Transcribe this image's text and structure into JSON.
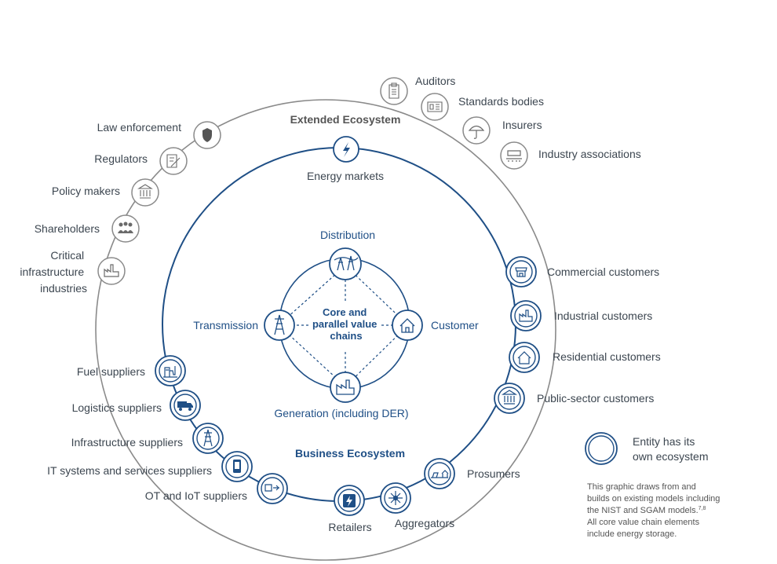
{
  "colors": {
    "grey": "#8a8a8a",
    "blue": "#1f4f86",
    "text": "#3c4650",
    "note": "#555555"
  },
  "extended": {
    "title": "Extended Ecosystem",
    "items": {
      "auditors": "Auditors",
      "standards": "Standards bodies",
      "insurers": "Insurers",
      "industry": "Industry associations",
      "law": "Law enforcement",
      "regulators": "Regulators",
      "policy": "Policy makers",
      "shareholders": "Shareholders",
      "critical": [
        "Critical",
        "infrastructure",
        "industries"
      ]
    }
  },
  "business": {
    "title": "Business Ecosystem",
    "items": {
      "energy_markets": "Energy markets",
      "commercial": "Commercial customers",
      "industrial": "Industrial customers",
      "residential": "Residential customers",
      "public": "Public-sector customers",
      "prosumers": "Prosumers",
      "aggregators": "Aggregators",
      "retailers": "Retailers",
      "ot": "OT and IoT suppliers",
      "it": "IT systems and services suppliers",
      "infra": "Infrastructure suppliers",
      "logistics": "Logistics suppliers",
      "fuel": "Fuel suppliers"
    }
  },
  "core": {
    "title": [
      "Core and",
      "parallel value",
      "chains"
    ],
    "distribution": "Distribution",
    "transmission": "Transmission",
    "customer": "Customer",
    "generation": "Generation (including DER)"
  },
  "legend": {
    "label": [
      "Entity has its",
      "own ecosystem"
    ],
    "note": [
      "This graphic draws from and",
      "builds on existing models including",
      "the NIST and SGAM models.",
      "All core value chain elements",
      "include energy storage."
    ],
    "note_superscript": "7,8"
  },
  "icons": {
    "auditors": "clipboard-icon",
    "standards": "document-icon",
    "insurers": "umbrella-icon",
    "industry": "conference-table-icon",
    "law": "shield-icon",
    "regulators": "pencil-document-icon",
    "policy": "government-building-icon",
    "shareholders": "people-group-icon",
    "critical": "factory-icon",
    "energy_markets": "lightning-icon",
    "commercial": "storefront-icon",
    "industrial": "factory-icon",
    "residential": "house-icon",
    "public": "government-building-icon",
    "prosumers": "solar-house-icon",
    "aggregators": "network-icon",
    "retailers": "battery-icon",
    "ot": "sensor-icon",
    "it": "mobile-device-icon",
    "infra": "pylon-icon",
    "logistics": "truck-icon",
    "fuel": "fuel-pump-icon",
    "distribution": "power-lines-icon",
    "transmission": "pylon-icon",
    "customer": "house-icon",
    "generation": "power-plant-icon"
  }
}
